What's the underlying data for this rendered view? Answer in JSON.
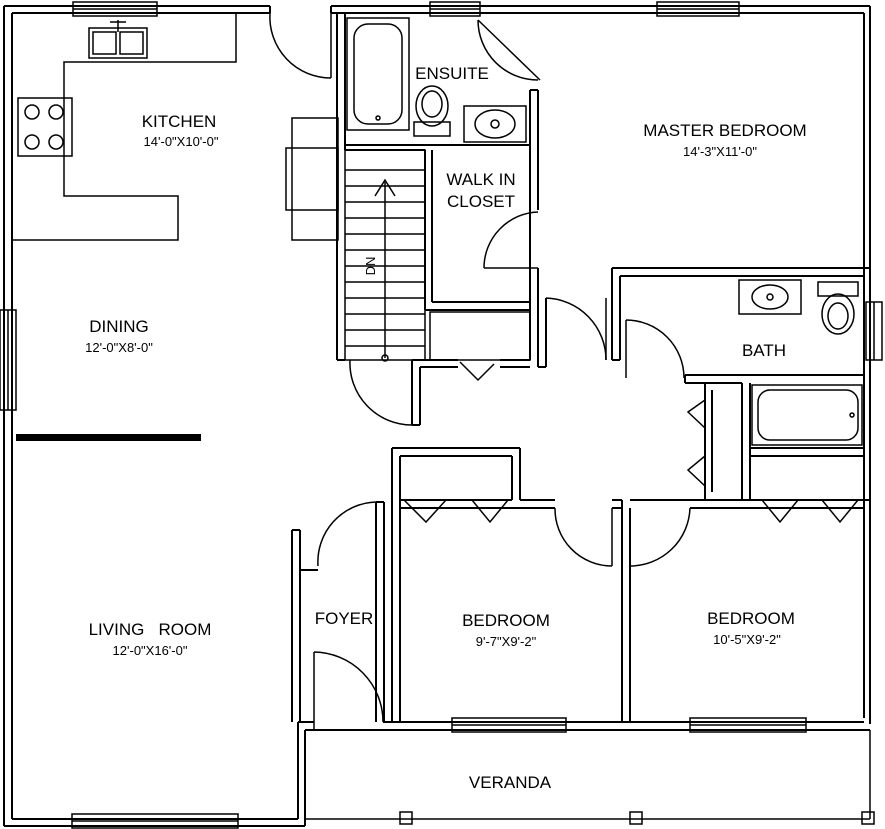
{
  "rooms": {
    "kitchen": {
      "name": "KITCHEN",
      "size": "14'-0\"X10'-0\""
    },
    "dining": {
      "name": "DINING",
      "size": "12'-0\"X8'-0\""
    },
    "living": {
      "name": "LIVING   ROOM",
      "size": "12'-0\"X16'-0\""
    },
    "ensuite": {
      "name": "ENSUITE"
    },
    "walkin": {
      "line1": "WALK IN",
      "line2": "CLOSET"
    },
    "master": {
      "name": "MASTER BEDROOM",
      "size": "14'-3\"X11'-0\""
    },
    "bath": {
      "name": "BATH"
    },
    "foyer": {
      "name": "FOYER"
    },
    "bedroom1": {
      "name": "BEDROOM",
      "size": "9'-7\"X9'-2\""
    },
    "bedroom2": {
      "name": "BEDROOM",
      "size": "10'-5\"X9'-2\""
    },
    "veranda": {
      "name": "VERANDA"
    }
  },
  "stairs": {
    "label": "DN"
  }
}
